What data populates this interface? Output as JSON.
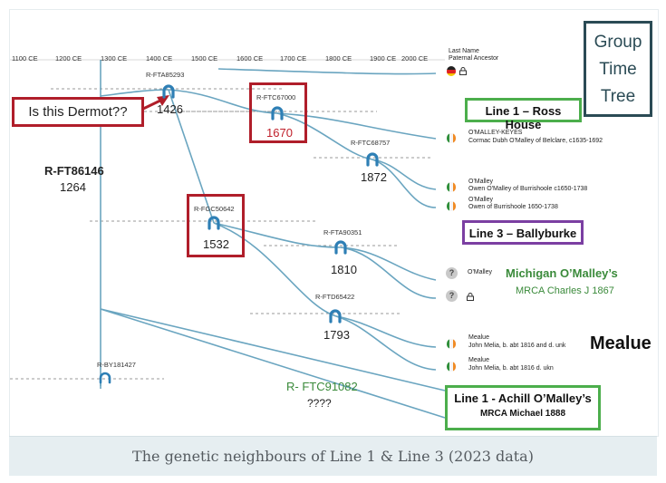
{
  "axis": {
    "years": [
      "1100 CE",
      "1200 CE",
      "1300 CE",
      "1400 CE",
      "1500 CE",
      "1600 CE",
      "1700 CE",
      "1800 CE",
      "1900 CE",
      "2000 CE"
    ],
    "column_header_line1": "Last Name",
    "column_header_line2": "Paternal Ancestor"
  },
  "title_box": {
    "line1": "Group",
    "line2": "Time",
    "line3": "Tree"
  },
  "nodes": {
    "fta85293": {
      "label": "R-FTA85293",
      "year": "1426"
    },
    "ftc67000": {
      "label": "R-FTC67000",
      "year": "1670"
    },
    "ftc68757": {
      "label": "R-FTC68757",
      "year": "1872"
    },
    "fgc50642": {
      "label": "R-FGC50642",
      "year": "1532"
    },
    "fta90351": {
      "label": "R-FTA90351",
      "year": "1810"
    },
    "ftd65422": {
      "label": "R-FTD65422",
      "year": "1793"
    },
    "by181427": {
      "label": "R-BY181427"
    }
  },
  "root": {
    "label": "R-FT86146",
    "year": "1264"
  },
  "ftc91082": {
    "label": "R- FTC91082",
    "year": "????"
  },
  "callout": {
    "text": "Is this Dermot??"
  },
  "line1_ross": {
    "text": "Line 1 – Ross House"
  },
  "line3_ballyburke": {
    "text": "Line 3 – Ballyburke"
  },
  "line1_achill": {
    "title": "Line 1 - Achill O’Malley’s",
    "subtitle": "MRCA Michael 1888"
  },
  "michigan": {
    "title": "Michigan O’Malley’s",
    "subtitle": "MRCA Charles J 1867"
  },
  "mealue_label": "Mealue",
  "entries": [
    {
      "name": "O'MALLEY-KEYES",
      "ancestor": "Cormac Dubh O'Malley of Belclare, c1635-1692"
    },
    {
      "name": "O'Malley",
      "ancestor": "Owen O'Malley of Burrishoole c1650-1738"
    },
    {
      "name": "O'Malley",
      "ancestor": "Owen of Burrishoole 1650-1738"
    },
    {
      "name": "O'Malley",
      "ancestor": ""
    },
    {
      "name": "Mealue",
      "ancestor": "John Melia, b. abt 1816 and d. unk"
    },
    {
      "name": "Mealue",
      "ancestor": "John Melia, b. abt 1816 d. ukn"
    }
  ],
  "unknown_marker": "?",
  "caption": "The genetic neighbours of Line 1 & Line 3 (2023 data)",
  "colors": {
    "branch": "#6aa5c0",
    "node": "#2e7fb5",
    "red": "#b01e2a",
    "green": "#4cae4c",
    "purple": "#7b3fa2",
    "title_border": "#2b4b55",
    "green_text": "#3a8a3a"
  },
  "icons": [
    "horseshoe-node-icon",
    "irish-flag-icon",
    "question-icon",
    "lock-icon",
    "german-flag-icon"
  ]
}
